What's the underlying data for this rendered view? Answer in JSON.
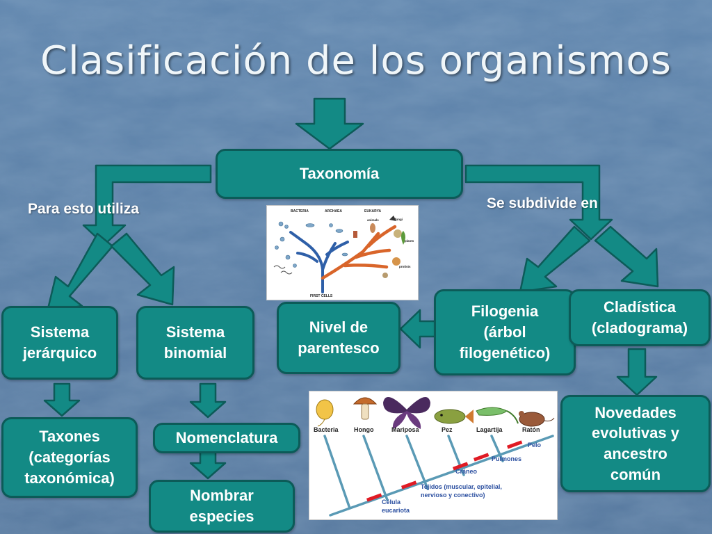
{
  "title": "Clasificación de los organismos",
  "labels": {
    "left": "Para esto utiliza",
    "right": "Se subdivide en"
  },
  "boxes": {
    "taxonomia": "Taxonomía",
    "sistema_jerarquico": "Sistema\njerárquico",
    "sistema_binomial": "Sistema\nbinomial",
    "nivel_parentesco": "Nivel  de\nparentesco",
    "filogenia": "Filogenia\n(árbol\nfilogenético)",
    "cladistica": "Cladística\n(cladograma)",
    "taxones": "Taxones\n(categorías\ntaxonómica)",
    "nomenclatura": "Nomenclatura",
    "nombrar": "Nombrar\nespecies",
    "novedades": "Novedades\nevolutivas y\nancestro\ncomún"
  },
  "phylo_tree": {
    "headers": [
      "BACTERIA",
      "ARCHAEA",
      "EUKARYA"
    ],
    "leaf_labels": [
      "animals",
      "fungi",
      "plants",
      "protists"
    ],
    "root_label": "FIRST CELLS"
  },
  "cladogram": {
    "taxa": [
      "Bacteria",
      "Hongo",
      "Mariposa",
      "Pez",
      "Lagartija",
      "Ratón"
    ],
    "traits": [
      "Pelo",
      "Pulmones",
      "Cráneo",
      "Tejidos (muscular, epitelial,",
      "nervioso y conectivo)",
      "Célula",
      "eucariota"
    ]
  },
  "colors": {
    "box_fill": "#138a85",
    "box_border": "#0c5b58",
    "arrow_fill": "#138a85",
    "background": "#5c7fa6",
    "trait_text": "#2b4fa0",
    "trait_marker": "#e01b24"
  },
  "icons": [
    "bacteria-icon",
    "mushroom-icon",
    "butterfly-icon",
    "fish-icon",
    "lizard-icon",
    "mouse-icon"
  ]
}
